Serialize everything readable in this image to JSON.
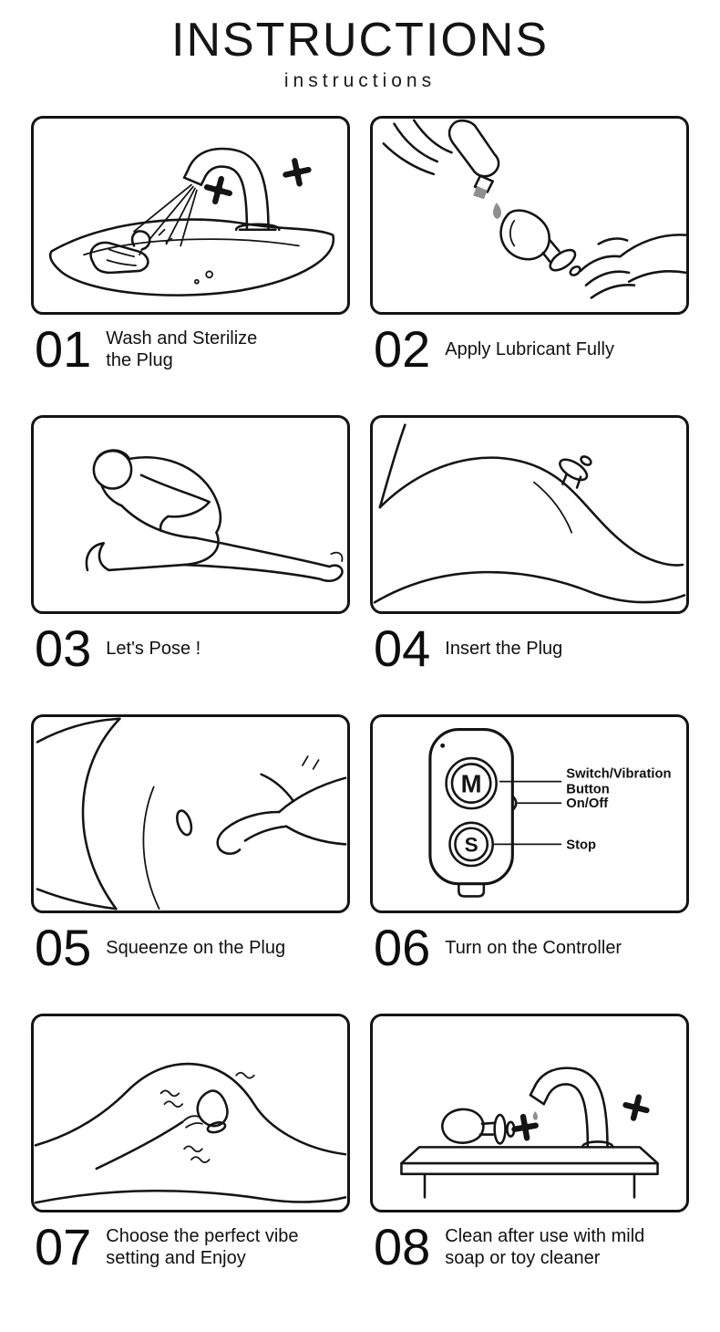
{
  "page": {
    "title": "INSTRUCTIONS",
    "subtitle": "instructions"
  },
  "steps": [
    {
      "number": "01",
      "caption": "Wash and Sterilize\nthe Plug",
      "illustration": "wash-plug-under-faucet"
    },
    {
      "number": "02",
      "caption": "Apply Lubricant Fully",
      "illustration": "apply-lubricant-to-plug"
    },
    {
      "number": "03",
      "caption": "Let's Pose !",
      "illustration": "person-crouching-pose"
    },
    {
      "number": "04",
      "caption": "Insert the Plug",
      "illustration": "plug-inserted-in-body"
    },
    {
      "number": "05",
      "caption": "Squeenze on the Plug",
      "illustration": "hand-squeezing-plug"
    },
    {
      "number": "06",
      "caption": "Turn on the Controller",
      "illustration": "remote-controller-diagram",
      "controller": {
        "button_m": "M",
        "button_s": "S",
        "labels": {
          "switch_line1": "Switch/Vibration",
          "switch_line2": "Button",
          "power": "On/Off",
          "stop": "Stop"
        }
      }
    },
    {
      "number": "07",
      "caption": "Choose the perfect vibe\nsetting and Enjoy",
      "illustration": "person-relaxing-with-vibe"
    },
    {
      "number": "08",
      "caption": "Clean after use with mild\nsoap or toy cleaner",
      "illustration": "clean-plug-at-sink"
    }
  ],
  "colors": {
    "ink": "#141414",
    "background": "#ffffff"
  }
}
